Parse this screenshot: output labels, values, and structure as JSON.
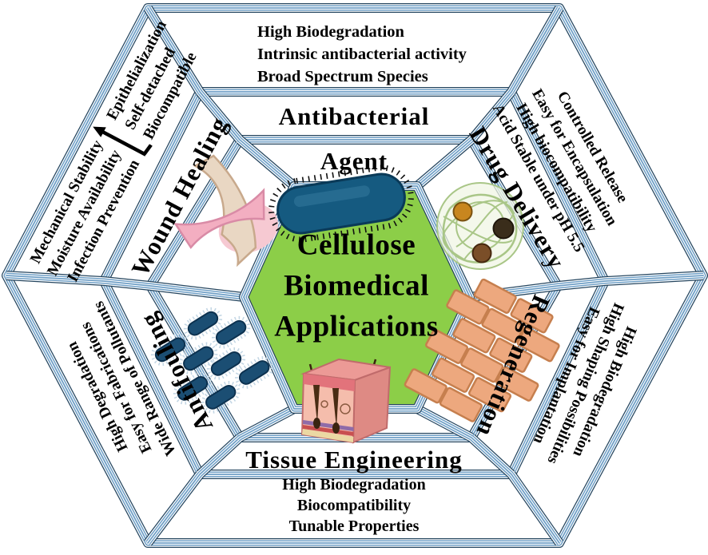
{
  "diagram_title": "Cellulose Biomedical Applications",
  "center": {
    "line1": "Cellulose",
    "line2": "Biomedical",
    "line3": "Applications"
  },
  "sections": {
    "antibacterial": {
      "title": "Antibacterial",
      "subtitle": "Agent",
      "features": [
        "High Biodegradation",
        "Intrinsic antibacterial activity",
        "Broad Spectrum Species"
      ]
    },
    "drug_delivery": {
      "title": "Drug Delivery",
      "features": [
        "Controlled Release",
        "Easy for Encapsulation",
        "High biocompatibility",
        "Acid Stable under pH 5.5"
      ]
    },
    "regeneration": {
      "title": "Regeneration",
      "features": [
        "High Biodegradation",
        "High Shaping Possibilities",
        "Easy for Implantation"
      ]
    },
    "tissue_engineering": {
      "title": "Tissue Engineering",
      "features": [
        "High Biodegradation",
        "Biocompatibility",
        "Tunable Properties"
      ]
    },
    "antifouling": {
      "title": "Antifouling",
      "features": [
        "High Degradation",
        "Easy for Fabrications",
        "Wide Range of Pollutants"
      ]
    },
    "wound_healing": {
      "title": "Wound Healing",
      "features_left": [
        "Mechanical Stability",
        "Moisture Availability",
        "Infection Prevention"
      ],
      "features_right": [
        "Epithelialization",
        "Self-detached",
        "Biocompatible"
      ]
    }
  },
  "icons": {
    "antibacterial": "bacterium-icon",
    "drug_delivery": "nanocapsule-icon",
    "regeneration": "brick-wall-icon",
    "tissue_engineering": "skin-tissue-icon",
    "antifouling": "biofilm-bacteria-icon",
    "wound_healing": "wound-bandage-icon",
    "wound_healing_arrow": "up-arrow-icon"
  },
  "colors": {
    "center_fill": "#8CCE48",
    "border_blue": "#6F9FC6",
    "border_navy": "#24455F",
    "text": "#000000",
    "background": "#FFFFFF"
  }
}
